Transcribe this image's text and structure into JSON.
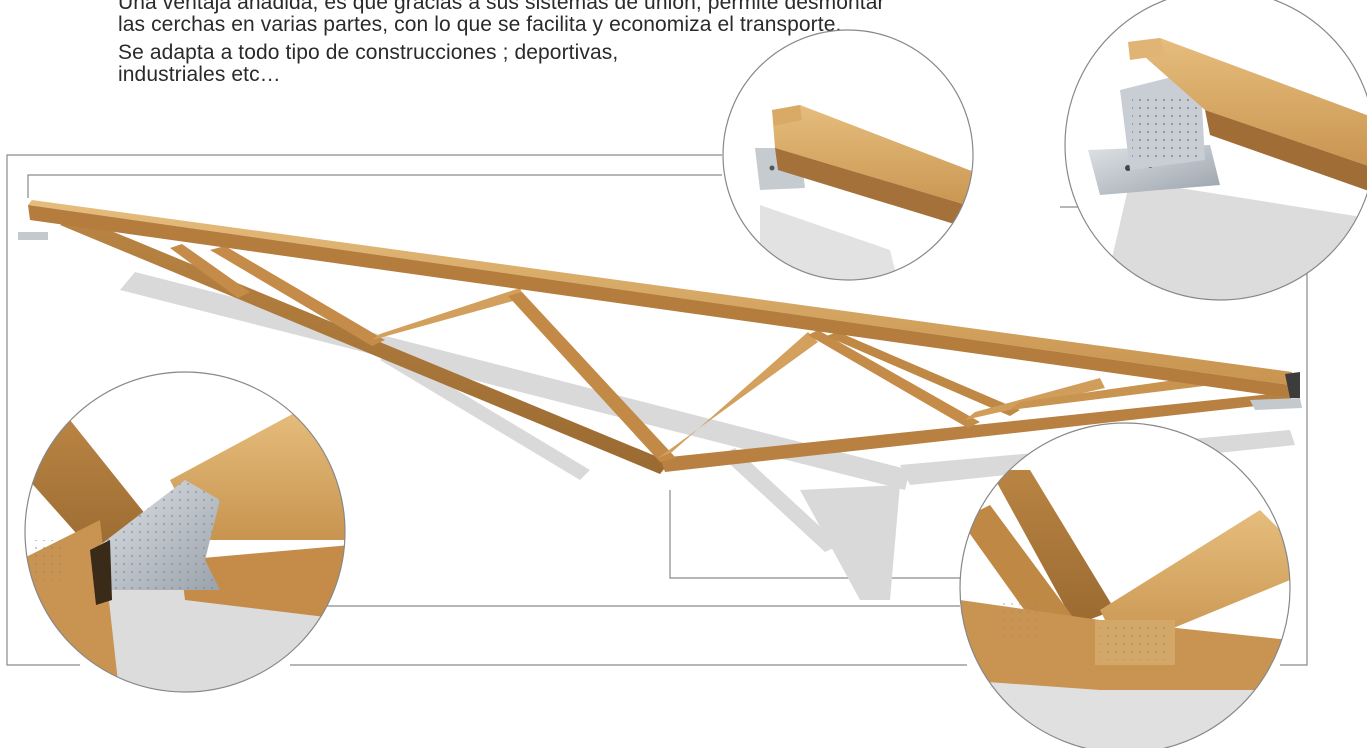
{
  "text": {
    "paragraph1_line1": "Una  ventaja añadida, es que gracias a sus sistemas de unión, permite desmontar",
    "paragraph1_line2": "las cerchas en varias partes, con lo que se facilita y economiza el transporte.",
    "paragraph2_line1": "Se adapta a todo tipo de construcciones ; deportivas,",
    "paragraph2_line2": "industriales etc…"
  },
  "illustration": {
    "subject": "timber-truss",
    "details": [
      "left-support-detail",
      "right-support-bracket-detail",
      "web-joint-plate-detail",
      "apex-bottom-joint-detail"
    ],
    "colors": {
      "wood_light": "#d9aa66",
      "wood_mid": "#c7944f",
      "wood_dark": "#9d6f35",
      "steel": "#b7bec6",
      "shadow": "#d8d8d8",
      "frame_line": "#8a8a8a"
    }
  }
}
